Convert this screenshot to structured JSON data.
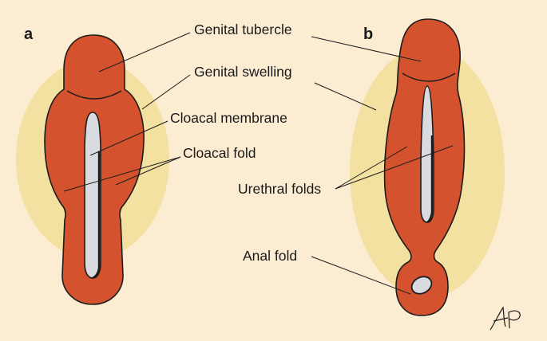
{
  "panels": {
    "a": "a",
    "b": "b"
  },
  "labels": {
    "genital_tubercle": "Genital tubercle",
    "genital_swelling": "Genital swelling",
    "cloacal_membrane": "Cloacal membrane",
    "cloacal_fold": "Cloacal fold",
    "urethral_folds": "Urethral folds",
    "anal_fold": "Anal fold"
  },
  "signature": "AP",
  "colors": {
    "background": "#fcecd2",
    "swelling": "#f2e1a0",
    "tissue": "#d4532e",
    "tissue_outline": "#1c1c1c",
    "membrane": "#d9dbe0"
  }
}
